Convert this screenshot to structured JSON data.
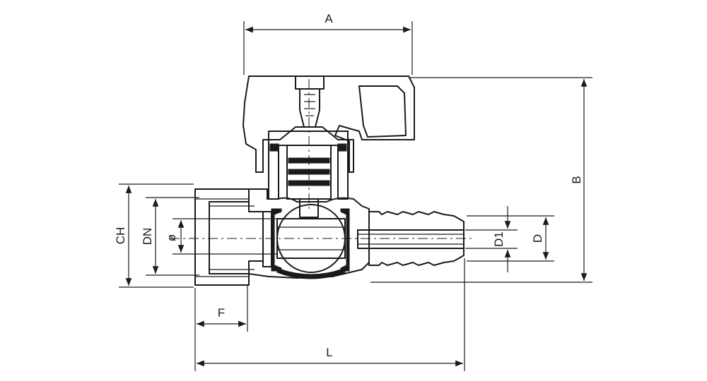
{
  "labels": {
    "A": "A",
    "B": "B",
    "CH": "CH",
    "DN": "DN",
    "phi": "ø",
    "D1": "D1",
    "D": "D",
    "F": "F",
    "L": "L"
  }
}
